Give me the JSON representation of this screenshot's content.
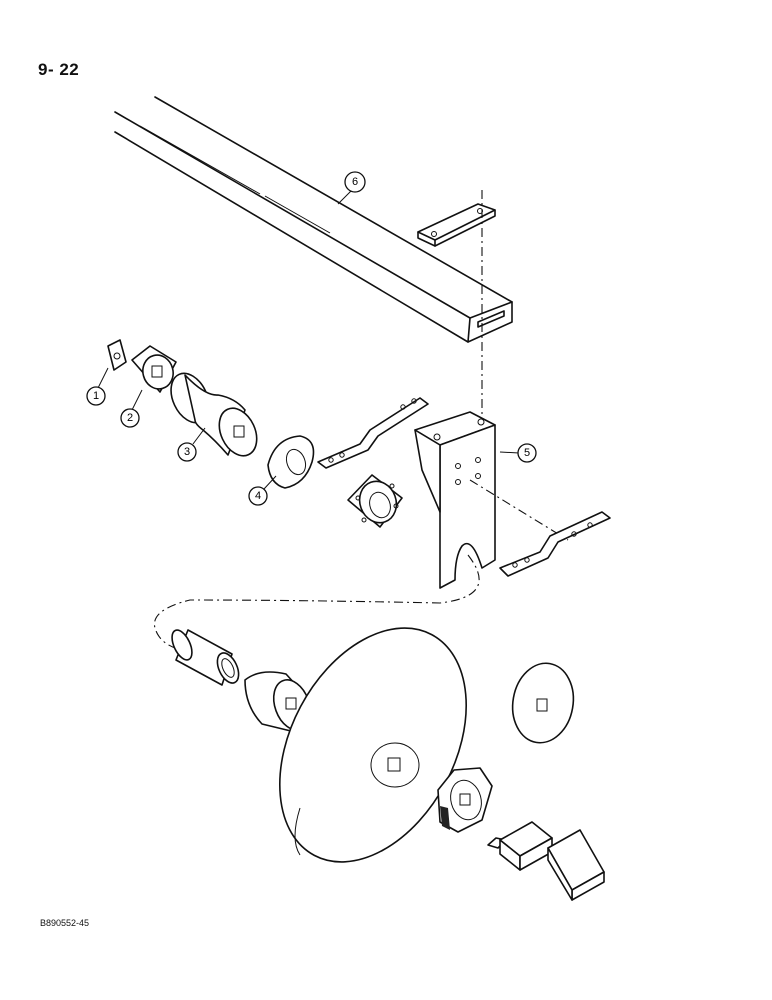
{
  "page": {
    "number": "9- 22",
    "figure_code": "B890552-45"
  },
  "callouts": [
    {
      "id": "1",
      "label": "1"
    },
    {
      "id": "2",
      "label": "2"
    },
    {
      "id": "3",
      "label": "3"
    },
    {
      "id": "4",
      "label": "4"
    },
    {
      "id": "5",
      "label": "5"
    },
    {
      "id": "6",
      "label": "6"
    }
  ]
}
